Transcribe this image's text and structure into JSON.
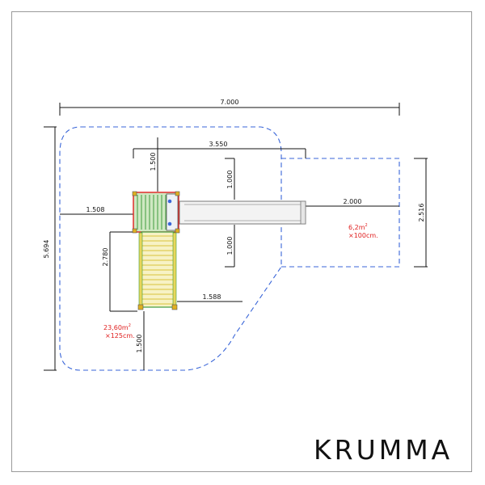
{
  "dimensions": {
    "total_width": "7.000",
    "total_height": "5.694",
    "offset_to_slide": "3.550",
    "top_clearance": "1.500",
    "left_clearance": "1.508",
    "slide_length": "2.000",
    "slide_zone_width": "2.516",
    "slide_side_top": "1.000",
    "slide_side_bottom": "1.000",
    "ladder_length": "2.780",
    "ladder_side": "1.588",
    "bottom_clearance": "1.500"
  },
  "areas": {
    "main_area": "23,60m",
    "main_area_sup": "2",
    "main_depth": "×125cm.",
    "slide_area": "6,2m",
    "slide_area_sup": "2",
    "slide_depth": "×100cm."
  },
  "brand": {
    "logo": "KRUMMA"
  },
  "colors": {
    "safety_zone": "#3a66d8",
    "area_text": "#e02020",
    "platform_frame": "#e02020",
    "platform_deck": "#3f9b3f",
    "ladder": "#d8c23a"
  }
}
